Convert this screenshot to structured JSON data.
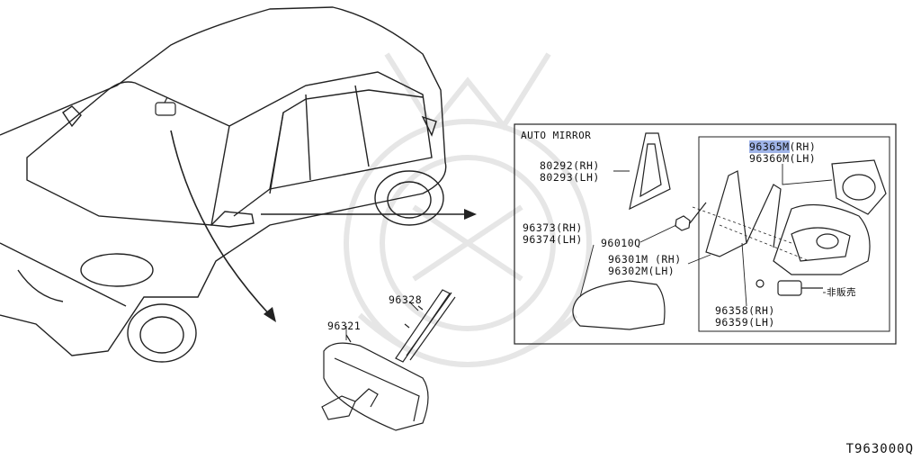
{
  "inset": {
    "title": "AUTO MIRROR"
  },
  "parts": {
    "p80292": "80292(RH)",
    "p80293": "80293(LH)",
    "p96373": "96373(RH)",
    "p96374": "96374(LH)",
    "p96010": "96010Q",
    "p96301": "96301M (RH)",
    "p96302": "96302M(LH)",
    "p96365_code": "96365M",
    "p96365_side": "(RH)",
    "p96366": "96366M(LH)",
    "p96358": "96358(RH)",
    "p96359": "96359(LH)",
    "not_sold": "非販売",
    "p96328": "96328",
    "p96321": "96321"
  },
  "diagram_code": "T963000Q",
  "colors": {
    "highlight": "#9fb4e8",
    "line": "#222222",
    "watermark": "#e6e6e6"
  }
}
